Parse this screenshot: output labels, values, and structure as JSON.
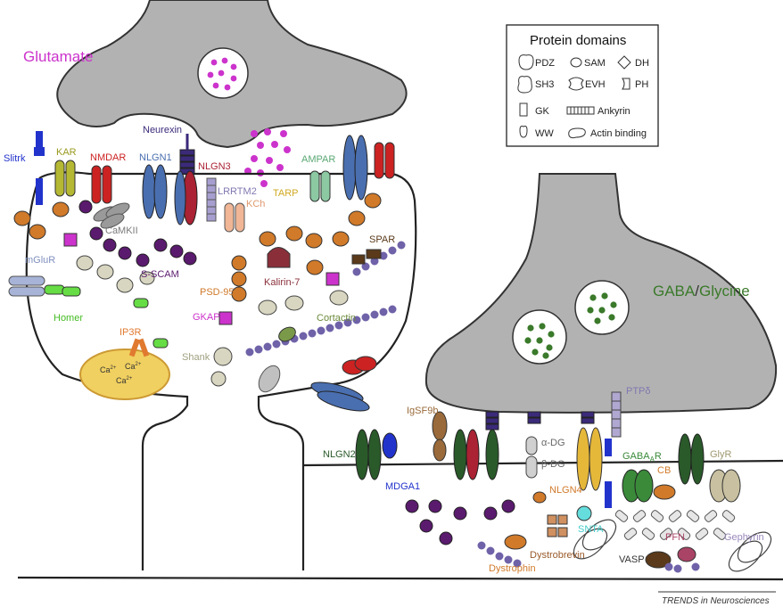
{
  "diagram": {
    "glutamate_label": "Glutamate",
    "gaba_label": "GABA",
    "glycine_label": "Glycine",
    "gaba_glycine_separator": "/",
    "credit": "TRENDS in Neurosciences",
    "colors": {
      "glutamate": "#cc33cc",
      "gaba": "#3a7a2a",
      "terminal": "#b2b2b2",
      "nmdar": "#cc2222",
      "nlgn1": "#4a6fb0",
      "purple_scaffold": "#5a1a6e",
      "orange_psd95": "#d07a2a",
      "ampar": "#8cc9a3",
      "homer": "#66dd44",
      "kar": "#b5b832",
      "gephyrin": "#bbbbbb",
      "glyr": "#c8c0a0",
      "gabaar": "#3a8a3a"
    }
  },
  "legend": {
    "title": "Protein domains",
    "items": [
      {
        "shape": "pdz-icon",
        "label": "PDZ"
      },
      {
        "shape": "sam-icon",
        "label": "SAM"
      },
      {
        "shape": "dh-icon",
        "label": "DH"
      },
      {
        "shape": "sh3-icon",
        "label": "SH3"
      },
      {
        "shape": "evh-icon",
        "label": "EVH"
      },
      {
        "shape": "ph-icon",
        "label": "PH"
      },
      {
        "shape": "gk-icon",
        "label": "GK"
      },
      {
        "shape": "ankyrin-icon",
        "label": "Ankyrin"
      },
      {
        "shape": "ww-icon",
        "label": "WW"
      },
      {
        "shape": "actin-binding-icon",
        "label": "Actin binding"
      }
    ]
  },
  "excitatory": {
    "neurexin": "Neurexin",
    "slitrk": "Slitrk",
    "kar": "KAR",
    "nmdar": "NMDAR",
    "nlgn1": "NLGN1",
    "nlgn3": "NLGN3",
    "ampar": "AMPAR",
    "lrrtm2": "LRRTM2",
    "kch": "KCh",
    "tarp": "TARP",
    "camkii": "CaMKII",
    "mglur": "mGluR",
    "sscam": "S-SCAM",
    "spar": "SPAR",
    "kalirin": "Kalirin-7",
    "psd95": "PSD-95",
    "homer": "Homer",
    "ip3r": "IP3R",
    "gkap": "GKAP",
    "cortactin": "Cortactin",
    "shank": "Shank",
    "ca": "Ca",
    "ca_charge": "2+"
  },
  "inhibitory": {
    "igsf9b": "IgSF9b",
    "ptp": "PTPδ",
    "nlgn2": "NLGN2",
    "mdga1": "MDGA1",
    "alpha_dg": "α-DG",
    "beta_dg": "β-DG",
    "gabaar_prefix": "GABA",
    "gabaar_sub": "A",
    "gabaar_suffix": "R",
    "glyr": "GlyR",
    "cb": "CB",
    "nlgn4": "NLGN4",
    "snta": "SNTA",
    "pfn": "PFN",
    "gephyrin": "Gephyrin",
    "vasp": "VASP",
    "dystrobrevin": "Dystrobrevin",
    "dystrophin": "Dystrophin"
  }
}
